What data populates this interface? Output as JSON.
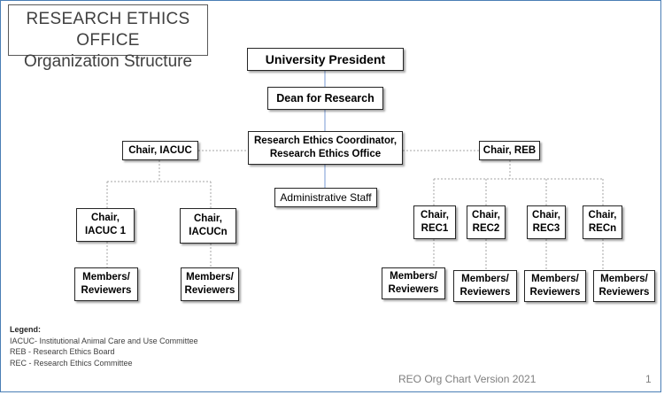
{
  "title": {
    "line1": "RESEARCH ETHICS OFFICE",
    "line2": "Organization Structure"
  },
  "nodes": {
    "president": "University President",
    "dean": "Dean for Research",
    "coordinator": "Research Ethics Coordinator,\nResearch Ethics Office",
    "admin_staff": "Administrative Staff",
    "chair_iacuc": "Chair, IACUC",
    "chair_reb": "Chair, REB",
    "chair_iacuc1": "Chair,\nIACUC 1",
    "chair_iacucn": "Chair,\nIACUCn",
    "chair_rec1": "Chair,\nREC1",
    "chair_rec2": "Chair,\nREC2",
    "chair_rec3": "Chair,\nREC3",
    "chair_recn": "Chair,\nRECn",
    "members": "Members/\nReviewers"
  },
  "legend": {
    "heading": "Legend:",
    "items": [
      "IACUC- Institutional Animal Care and Use Committee",
      "REB - Research Ethics Board",
      "REC - Research Ethics Committee"
    ]
  },
  "footer": {
    "version": "REO Org Chart Version 2021",
    "page": "1"
  },
  "colors": {
    "solid_line": "#8eaadb",
    "dotted_line": "#a6a6a6",
    "frame": "#4a7eb5"
  }
}
